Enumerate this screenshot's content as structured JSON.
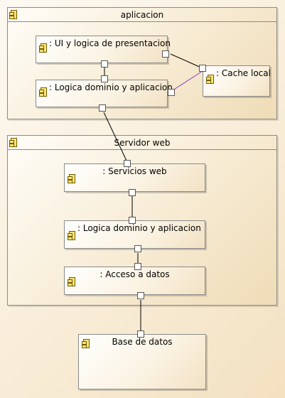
{
  "packages": {
    "aplicacion": "aplicacion",
    "servidor_web": "Servidor web"
  },
  "components": {
    "ui": ": UI y logica de presentacion",
    "logica_app": ": Logica dominio y aplicacion",
    "cache": ": Cache local",
    "servicios": ": Servicios web",
    "logica_srv": ": Logica dominio y aplicacion",
    "acceso": ": Acceso a datos",
    "base": "Base de datos"
  },
  "icons": [
    "component-icon",
    "package-icon"
  ],
  "colors": {
    "cache_link": "#8e3fbf",
    "line": "#000000",
    "icon_fill": "#ffe57a"
  }
}
